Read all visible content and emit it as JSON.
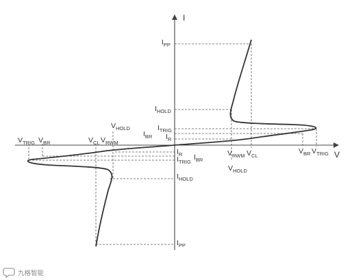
{
  "axes": {
    "x_name": "V",
    "y_name": "I"
  },
  "labels": {
    "ipp_top": {
      "main": "I",
      "sub": "PP"
    },
    "ihold_top": {
      "main": "I",
      "sub": "HOLD"
    },
    "itrig_top": {
      "main": "I",
      "sub": "TRIG"
    },
    "ibr_top": {
      "main": "I",
      "sub": "BR"
    },
    "ir_top": {
      "main": "I",
      "sub": "R"
    },
    "vrwm_pos": {
      "main": "V",
      "sub": "RWM"
    },
    "vcl_pos": {
      "main": "V",
      "sub": "CL"
    },
    "vhold_pos": {
      "main": "V",
      "sub": "HOLD"
    },
    "vbr_pos": {
      "main": "V",
      "sub": "BR"
    },
    "vtrig_pos": {
      "main": "V",
      "sub": "TRIG"
    },
    "vtrig_neg": {
      "main": "V",
      "sub": "TRIG"
    },
    "vbr_neg": {
      "main": "V",
      "sub": "BR"
    },
    "vcl_neg": {
      "main": "V",
      "sub": "CL"
    },
    "vrwm_neg": {
      "main": "V",
      "sub": "RWM"
    },
    "vhold_neg": {
      "main": "V",
      "sub": "HOLD"
    },
    "ir_bot": {
      "main": "I",
      "sub": "R"
    },
    "ibr_bot": {
      "main": "I",
      "sub": "BR"
    },
    "itrig_bot": {
      "main": "I",
      "sub": "TRIG"
    },
    "ihold_bot": {
      "main": "I",
      "sub": "HOLD"
    },
    "ipp_bot": {
      "main": "I",
      "sub": "PP"
    }
  },
  "watermark": {
    "icon": "chat-bubble-icon",
    "text": "九格智能"
  },
  "colors": {
    "curve": "#333333",
    "dashed": "#555555",
    "axis": "#444444"
  }
}
